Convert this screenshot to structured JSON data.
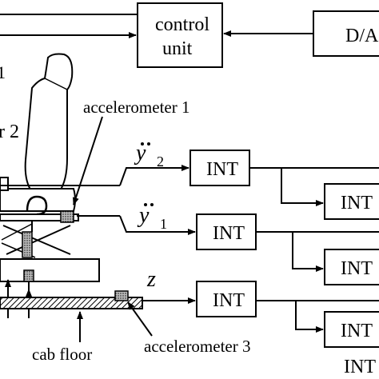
{
  "control_unit": {
    "line1": "control",
    "line2": "unit"
  },
  "da_box": {
    "label": "D/A"
  },
  "left_partial_label_1": "1",
  "left_partial_label_2": "r 2",
  "accelerometer_1": "accelerometer 1",
  "accelerometer_3": "accelerometer 3",
  "cab_floor": "cab floor",
  "signals": {
    "y2_base": "y",
    "y2_sub": "2",
    "y1_base": "y",
    "y1_sub": "1",
    "z": "z"
  },
  "int_label": "INT",
  "bottom_partial_label": "INT"
}
